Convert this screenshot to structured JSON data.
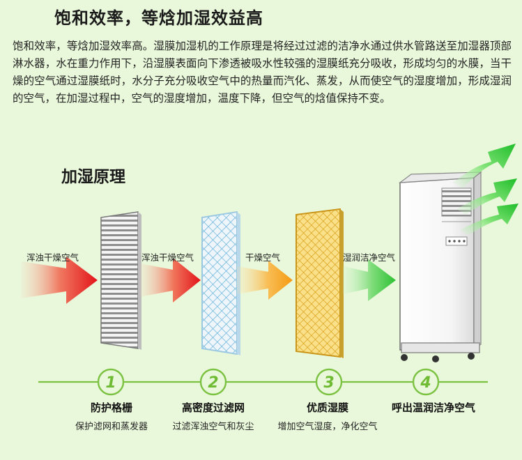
{
  "header": {
    "title": "饱和效率，等焓加湿效益高",
    "paragraph": "饱和效率，等焓加湿效率高。湿膜加湿机的工作原理是将经过过滤的洁净水通过供水管路送至加湿器顶部淋水器，水在重力作用下，沿湿膜表面向下渗透被吸水性较强的湿膜纸充分吸收，形成均匀的水膜，当干燥的空气通过湿膜纸时，水分子充分吸收空气中的热量而汽化、蒸发，从而使空气的湿度增加，形成湿润的空气，在加湿过程中，空气的湿度增加，温度下降，但空气的焓值保持不变。"
  },
  "diagram": {
    "section_title": "加湿原理",
    "flow_labels": [
      "浑浊干燥空气",
      "浑浊干燥空气",
      "干燥空气",
      "湿润洁净空气"
    ],
    "steps": [
      {
        "number": "1",
        "title": "防护格栅",
        "desc": "保护滤网和蒸发器"
      },
      {
        "number": "2",
        "title": "高密度过滤网",
        "desc": "过滤浑浊空气和灰尘"
      },
      {
        "number": "3",
        "title": "优质湿膜",
        "desc": "增加空气湿度，净化空气"
      },
      {
        "number": "4",
        "title": "呼出温润洁净空气",
        "desc": ""
      }
    ],
    "colors": {
      "background": "#e9f8da",
      "step_green": "#7cc242",
      "arrow_red": "#e8231c",
      "arrow_orange": "#f6a11c",
      "arrow_green": "#37c63a",
      "humid_pad": "#f5c842"
    }
  }
}
